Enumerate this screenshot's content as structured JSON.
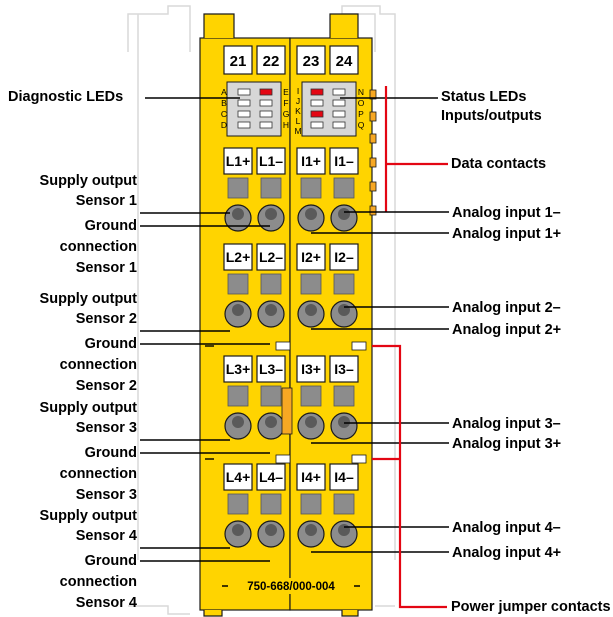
{
  "module": {
    "terminal_numbers": [
      "21",
      "22",
      "23",
      "24"
    ],
    "part_number": "750-668/000-004",
    "diag_led_letters_left": [
      "A",
      "B",
      "C",
      "D"
    ],
    "diag_led_letters_right": [
      "E",
      "F",
      "G",
      "H"
    ],
    "status_led_letters_left": [
      "I",
      "J",
      "K",
      "L",
      "M"
    ],
    "status_led_letters_right": [
      "N",
      "O",
      "P",
      "Q"
    ],
    "channels": [
      {
        "left": [
          "L1+",
          "L1–"
        ],
        "right": [
          "I1+",
          "I1–"
        ]
      },
      {
        "left": [
          "L2+",
          "L2–"
        ],
        "right": [
          "I2+",
          "I2–"
        ]
      },
      {
        "left": [
          "L3+",
          "L3–"
        ],
        "right": [
          "I3+",
          "I3–"
        ]
      },
      {
        "left": [
          "L4+",
          "L4–"
        ],
        "right": [
          "I4+",
          "I4–"
        ]
      }
    ]
  },
  "labels_left": {
    "diagnostic_leds": "Diagnostic LEDs",
    "groups": [
      {
        "supply": [
          "Supply output",
          "Sensor 1"
        ],
        "ground": [
          "Ground",
          "connection",
          "Sensor 1"
        ]
      },
      {
        "supply": [
          "Supply output",
          "Sensor 2"
        ],
        "ground": [
          "Ground",
          "connection",
          "Sensor 2"
        ]
      },
      {
        "supply": [
          "Supply output",
          "Sensor 3"
        ],
        "ground": [
          "Ground",
          "connection",
          "Sensor 3"
        ]
      },
      {
        "supply": [
          "Supply output",
          "Sensor 4"
        ],
        "ground": [
          "Ground",
          "connection",
          "Sensor 4"
        ]
      }
    ]
  },
  "labels_right": {
    "status_leds": [
      "Status LEDs",
      "Inputs/outputs"
    ],
    "data_contacts": "Data contacts",
    "analog_inputs": [
      [
        "Analog input 1–",
        "Analog input 1+"
      ],
      [
        "Analog input 2–",
        "Analog input 2+"
      ],
      [
        "Analog input 3–",
        "Analog input 3+"
      ],
      [
        "Analog input 4–",
        "Analog input 4+"
      ]
    ],
    "power_jumper_contacts": "Power jumper contacts"
  },
  "colors": {
    "housing": "#ffd400",
    "accent_red": "#e30613",
    "jumper_orange": "#f7a823",
    "ghost_outline": "#d9d9d9"
  }
}
